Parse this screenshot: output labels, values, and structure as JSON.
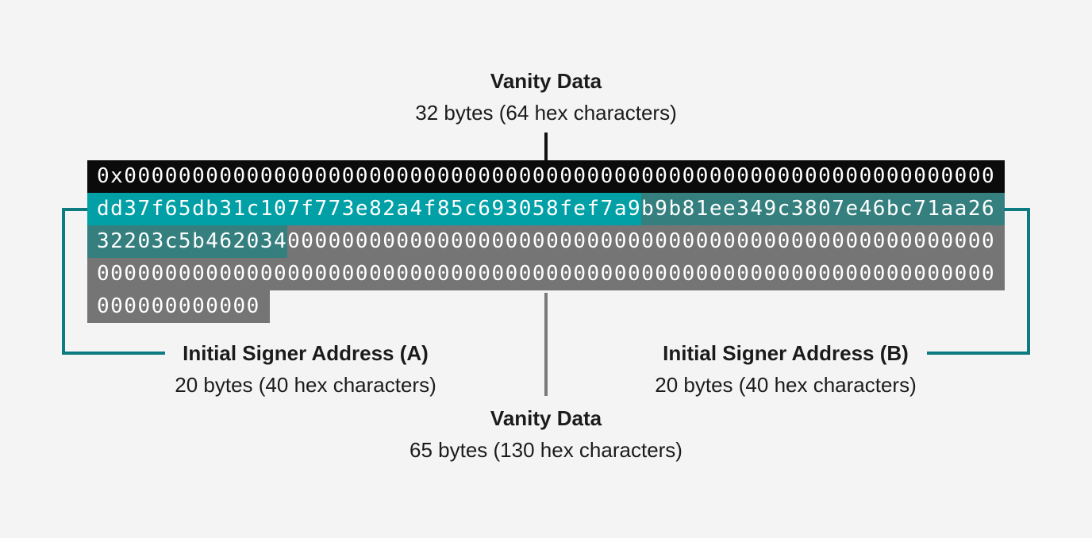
{
  "colors": {
    "page_bg": "#f4f4f4",
    "row_black": "#0b0b0b",
    "teal_a": "#00a0a6",
    "teal_b": "#35807f",
    "gray_fill": "#757575",
    "bracket": "#0d7b80",
    "connector_top": "#111111",
    "connector_bottom": "#7a7a7a",
    "hex_text": "#ffffff",
    "label_text": "#1b1b1b"
  },
  "labels": {
    "top": {
      "title": "Vanity Data",
      "subtitle": "32 bytes (64 hex characters)"
    },
    "signer_a": {
      "title": "Initial Signer Address (A)",
      "subtitle": "20 bytes (40 hex characters)"
    },
    "signer_b": {
      "title": "Initial Signer Address (B)",
      "subtitle": "20 bytes (40 hex characters)"
    },
    "bottom": {
      "title": "Vanity Data",
      "subtitle": "65 bytes (130 hex characters)"
    }
  },
  "hex_block": {
    "rows": [
      {
        "segments": [
          {
            "style": "black",
            "text": "0x0000000000000000000000000000000000000000000000000000000000000000"
          }
        ]
      },
      {
        "segments": [
          {
            "style": "teal-a",
            "text": "dd37f65db31c107f773e82a4f85c693058fef7a9"
          },
          {
            "style": "teal-b",
            "text": "b9b81ee349c3807e46bc71aa26"
          }
        ]
      },
      {
        "segments": [
          {
            "style": "teal-b",
            "text": "32203c5b462034"
          },
          {
            "style": "gray",
            "text": "0000000000000000000000000000000000000000000000000000"
          }
        ]
      },
      {
        "segments": [
          {
            "style": "gray",
            "text": "000000000000000000000000000000000000000000000000000000000000000000"
          }
        ]
      },
      {
        "segments": [
          {
            "style": "gray",
            "text": "000000000000"
          }
        ]
      }
    ]
  }
}
